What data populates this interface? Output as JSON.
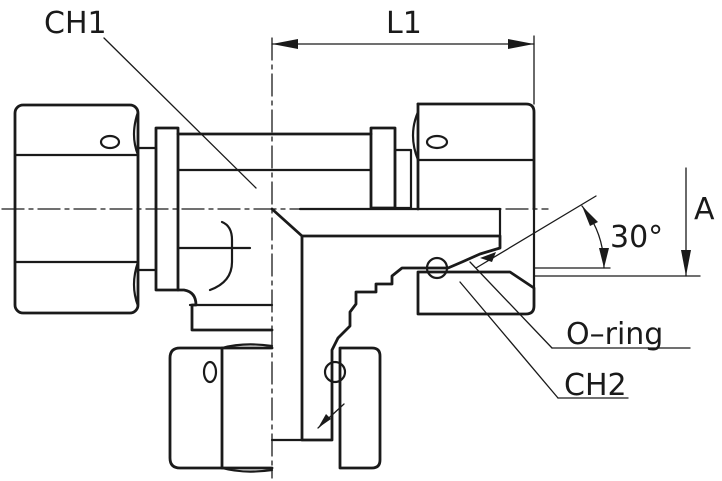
{
  "diagram": {
    "labels": {
      "ch1": "CH1",
      "l1": "L1",
      "a": "A",
      "angle": "30°",
      "oring": "O–ring",
      "ch2": "CH2"
    },
    "colors": {
      "line": "#1a1a1a",
      "background": "#ffffff"
    }
  }
}
